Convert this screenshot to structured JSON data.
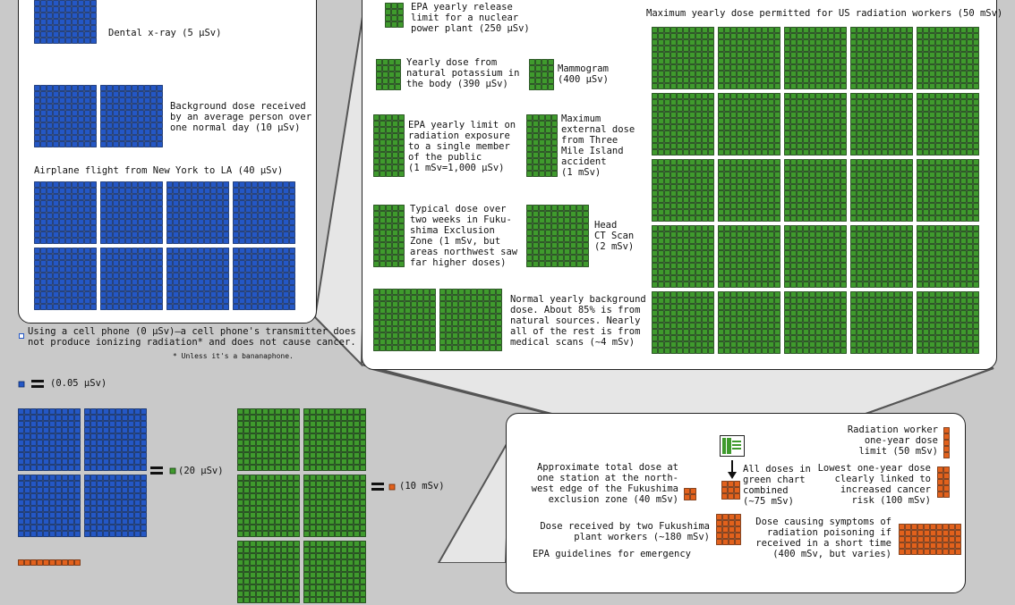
{
  "colors": {
    "blue": "#2457c5",
    "green": "#3f9a2d",
    "orange": "#e2611c",
    "background": "#c9c9c9",
    "panel": "#ffffff"
  },
  "blue_panel": {
    "dental_xray": "Dental x-ray (5 µSv)",
    "background_day": "Background dose received\nby an average person over\none normal day (10 µSv)",
    "airplane_flight": "Airplane flight from New York to LA (40 µSv)"
  },
  "cell_phone": {
    "text": "Using a cell phone (0 µSv)—a cell phone's transmitter does\nnot produce ionizing radiation* and does not cause cancer.",
    "footnote": "* Unless it's a bananaphone."
  },
  "legend": {
    "blue_unit": "(0.05 µSv)",
    "green_unit": "(20 µSv)",
    "orange_unit": "(10 mSv)"
  },
  "green_panel": {
    "epa_nuclear": "EPA yearly release\nlimit for a nuclear\npower plant (250 µSv)",
    "potassium": "Yearly dose from\nnatural potassium in\nthe body (390 µSv)",
    "mammogram": "Mammogram\n(400 µSv)",
    "epa_public": "EPA yearly limit on\nradiation exposure\nto a single member\nof the public\n(1 mSv=1,000 µSv)",
    "three_mile": "Maximum\nexternal dose\nfrom Three\nMile Island\naccident\n(1 mSv)",
    "fukushima_two_weeks": "Typical dose over\ntwo weeks in Fuku-\nshima Exclusion\nZone (1 mSv, but\nareas northwest saw\nfar higher doses)",
    "head_ct": "Head\nCT Scan\n(2 mSv)",
    "normal_yearly": "Normal yearly background\ndose. About 85% is from\nnatural sources. Nearly\nall of the rest is from\nmedical scans (~4 mSv)",
    "max_worker": "Maximum yearly dose permitted for US radiation workers (50 mSv)"
  },
  "orange_panel": {
    "radiation_worker": "Radiation worker\none-year dose\nlimit (50 mSv)",
    "all_doses_green": "All doses in\ngreen chart\ncombined\n(~75 mSv)",
    "approx_station": "Approximate total dose at\none station at the north-\nwest edge of the Fukushima\nexclusion zone (40 mSv)",
    "lowest_cancer": "Lowest one-year dose\nclearly linked to\nincreased cancer\nrisk (100 mSv)",
    "two_workers": "Dose received by two Fukushima\nplant workers (~180 mSv)",
    "symptoms": "Dose causing symptoms of\nradiation poisoning if\nreceived in a short time\n(400 mSv, but varies)",
    "epa_emergency": "EPA guidelines for emergency"
  }
}
